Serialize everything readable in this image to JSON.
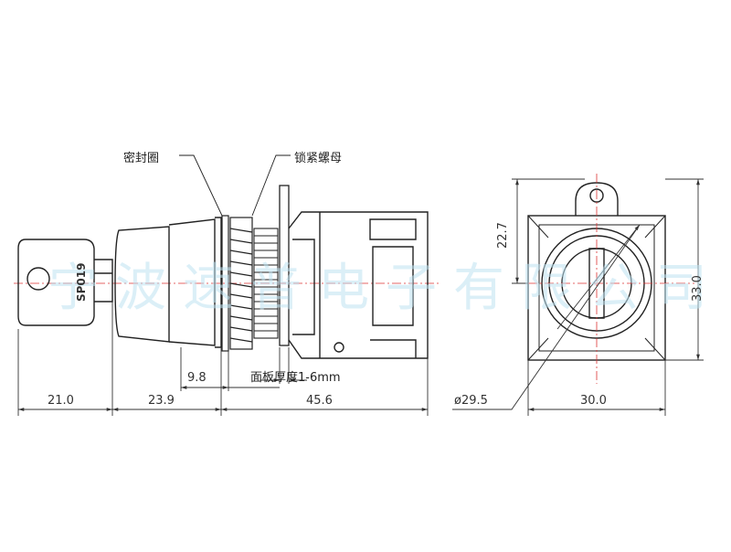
{
  "labels": {
    "seal": "密封圈",
    "locknut": "锁紧螺母",
    "panel_thickness": "面板厚度1-6mm",
    "key_marking": "SP019",
    "watermark": "宁波速普电子有限公司"
  },
  "dimensions": {
    "key_length": "21.0",
    "head_length": "23.9",
    "panel_offset": "9.8",
    "body_length": "45.6",
    "diameter": "ø29.5",
    "width": "30.0",
    "height": "33.0",
    "center_height": "22.7"
  }
}
